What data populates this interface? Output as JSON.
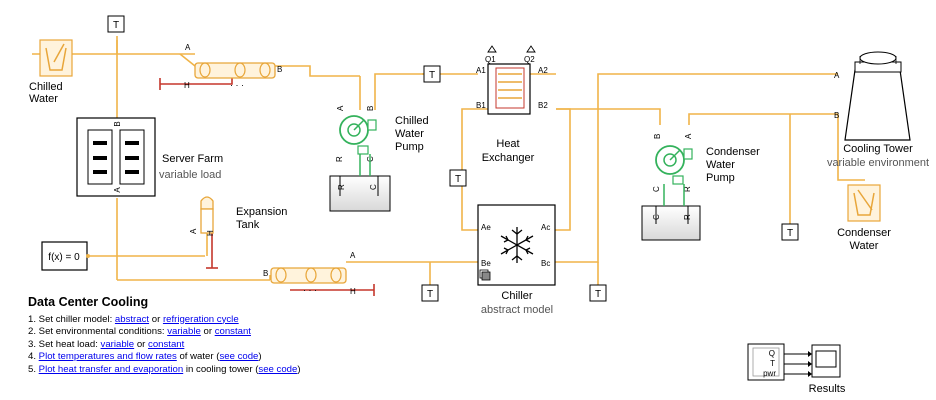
{
  "blocks": {
    "chilled_water": {
      "label_line1": "Chilled",
      "label_line2": "Water"
    },
    "server_farm": {
      "title": "Server Farm",
      "subtitle": "variable load",
      "port_top": "B",
      "port_bottom": "A"
    },
    "fx_block": {
      "label": "f(x) = 0"
    },
    "expansion_tank": {
      "label_line1": "Expansion",
      "label_line2": "Tank",
      "port_a": "A",
      "port_h": "H"
    },
    "pipe_top": {
      "port_a": "A",
      "port_b": "B",
      "port_h": "H"
    },
    "pipe_bottom": {
      "port_a": "A",
      "port_b": "B",
      "port_h": "H"
    },
    "chilled_water_pump": {
      "label_line1": "Chilled",
      "label_line2": "Water",
      "label_line3": "Pump",
      "port_a": "A",
      "port_b": "B",
      "port_r": "R",
      "port_c": "C"
    },
    "heat_exchanger": {
      "label_line1": "Heat",
      "label_line2": "Exchanger",
      "port_a1": "A1",
      "port_a2": "A2",
      "port_b1": "B1",
      "port_b2": "B2",
      "port_q1": "Q1",
      "port_q2": "Q2"
    },
    "chiller": {
      "title": "Chiller",
      "subtitle": "abstract model",
      "port_ae": "Ae",
      "port_ac": "Ac",
      "port_be": "Be",
      "port_bc": "Bc"
    },
    "condenser_water_pump": {
      "label_line1": "Condenser",
      "label_line2": "Water",
      "label_line3": "Pump",
      "port_a": "A",
      "port_b": "B",
      "port_r": "R",
      "port_c": "C"
    },
    "cooling_tower": {
      "title": "Cooling Tower",
      "subtitle": "variable environment",
      "port_a": "A",
      "port_b": "B"
    },
    "condenser_water": {
      "label_line1": "Condenser",
      "label_line2": "Water"
    },
    "results": {
      "label": "Results",
      "in_q": "Q",
      "in_t": "T",
      "in_pwr": "pwr"
    },
    "sensor_glyph": "T"
  },
  "doc": {
    "title": "Data Center Cooling",
    "steps": [
      {
        "num": "1.",
        "parts": [
          {
            "text": "Set chiller model: ",
            "link": false
          },
          {
            "text": "abstract",
            "link": true
          },
          {
            "text": " or ",
            "link": false
          },
          {
            "text": "refrigeration cycle",
            "link": true
          }
        ]
      },
      {
        "num": "2.",
        "parts": [
          {
            "text": "Set environmental conditions: ",
            "link": false
          },
          {
            "text": "variable",
            "link": true
          },
          {
            "text": " or ",
            "link": false
          },
          {
            "text": "constant",
            "link": true
          }
        ]
      },
      {
        "num": "3.",
        "parts": [
          {
            "text": "Set heat load: ",
            "link": false
          },
          {
            "text": "variable",
            "link": true
          },
          {
            "text": " or ",
            "link": false
          },
          {
            "text": "constant",
            "link": true
          }
        ]
      },
      {
        "num": "4.",
        "parts": [
          {
            "text": "Plot temperatures and flow rates",
            "link": true
          },
          {
            "text": " of water (",
            "link": false
          },
          {
            "text": "see code",
            "link": true
          },
          {
            "text": ")",
            "link": false
          }
        ]
      },
      {
        "num": "5.",
        "parts": [
          {
            "text": "Plot heat transfer and evaporation",
            "link": true
          },
          {
            "text": " in cooling tower (",
            "link": false
          },
          {
            "text": "see code",
            "link": true
          },
          {
            "text": ")",
            "link": false
          }
        ]
      }
    ]
  },
  "colors": {
    "pipe": "#f0b449",
    "thermal": "#c5372c",
    "link": "#0000ee",
    "pump": "#34b25c",
    "block_orange": "#e8a63a"
  }
}
